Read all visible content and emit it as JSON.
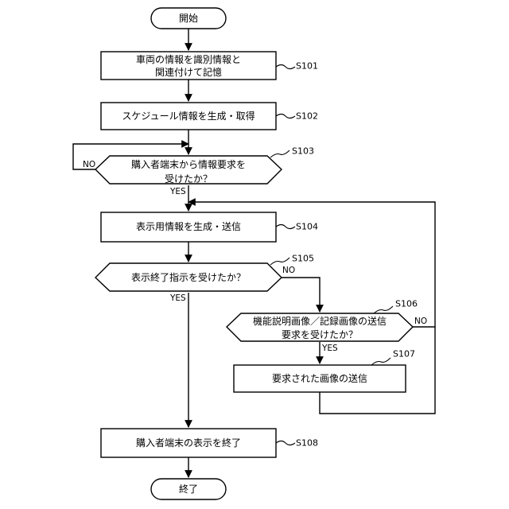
{
  "nodes": {
    "start": {
      "lines": [
        "開始"
      ]
    },
    "s101": {
      "lines": [
        "車両の情報を識別情報と",
        "関連付けて記憶"
      ],
      "step": "S101"
    },
    "s102": {
      "lines": [
        "スケジュール情報を生成・取得"
      ],
      "step": "S102"
    },
    "s103": {
      "lines": [
        "購入者端末から情報要求を",
        "受けたか？"
      ],
      "step": "S103"
    },
    "s104": {
      "lines": [
        "表示用情報を生成・送信"
      ],
      "step": "S104"
    },
    "s105": {
      "lines": [
        "表示終了指示を受けたか？"
      ],
      "step": "S105"
    },
    "s106": {
      "lines": [
        "機能説明画像／記録画像の送信",
        "要求を受けたか？"
      ],
      "step": "S106"
    },
    "s107": {
      "lines": [
        "要求された画像の送信"
      ],
      "step": "S107"
    },
    "s108": {
      "lines": [
        "購入者端末の表示を終了"
      ],
      "step": "S108"
    },
    "end": {
      "lines": [
        "終了"
      ]
    }
  },
  "edge_labels": {
    "s103_no": "NO",
    "s103_yes": "YES",
    "s105_no": "NO",
    "s105_yes": "YES",
    "s106_no": "NO",
    "s106_yes": "YES"
  }
}
